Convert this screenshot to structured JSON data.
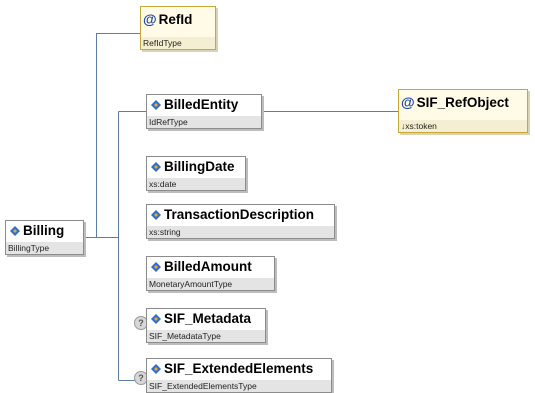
{
  "diagram": {
    "root": {
      "name": "Billing",
      "type": "BillingType"
    },
    "attribute": {
      "name": "RefId",
      "type": "RefIdType"
    },
    "children": [
      {
        "name": "BilledEntity",
        "type": "IdRefType",
        "optional": false
      },
      {
        "name": "BillingDate",
        "type": "xs:date",
        "optional": false
      },
      {
        "name": "TransactionDescription",
        "type": "xs:string",
        "optional": false
      },
      {
        "name": "BilledAmount",
        "type": "MonetaryAmountType",
        "optional": false
      },
      {
        "name": "SIF_Metadata",
        "type": "SIF_MetadataType",
        "optional": true
      },
      {
        "name": "SIF_ExtendedElements",
        "type": "SIF_ExtendedElementsType",
        "optional": true
      }
    ],
    "billed_entity_attribute": {
      "name": "SIF_RefObject",
      "type": "↓xs:token"
    },
    "icons": {
      "attribute": "at-sign-icon",
      "element": "element-diamond-icon",
      "optional": "question-mark-icon"
    },
    "colors": {
      "connector": "#5b7eab",
      "attribute_border": "#c6a73a",
      "attribute_fill": "#fffbe6",
      "element_icon_blue": "#2c6fd1",
      "element_icon_orange": "#f5a623"
    }
  }
}
